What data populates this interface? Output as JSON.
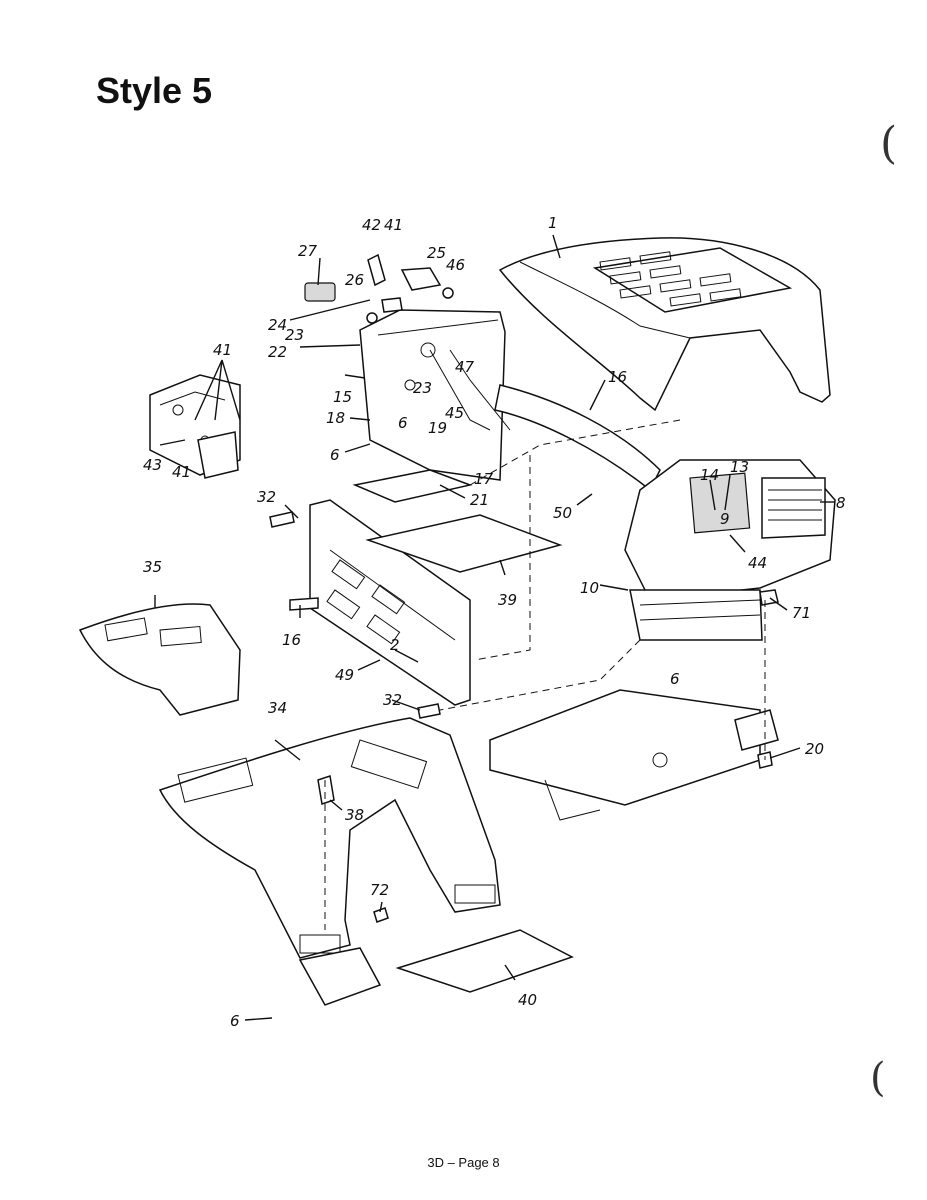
{
  "page": {
    "title": "Style 5",
    "footer": "3D – Page 8",
    "edge_marks": [
      "(",
      "("
    ]
  },
  "callouts": {
    "c1": "1",
    "c2": "2",
    "c6a": "6",
    "c6b": "6",
    "c6c": "6",
    "c6d": "6",
    "c8": "8",
    "c9": "9",
    "c10": "10",
    "c13": "13",
    "c14": "14",
    "c15": "15",
    "c16a": "16",
    "c16b": "16",
    "c17": "17",
    "c18": "18",
    "c19": "19",
    "c20": "20",
    "c21": "21",
    "c22": "22",
    "c23a": "23",
    "c23b": "23",
    "c24": "24",
    "c25": "25",
    "c26": "26",
    "c27": "27",
    "c32a": "32",
    "c32b": "32",
    "c34": "34",
    "c35": "35",
    "c38": "38",
    "c39": "39",
    "c40": "40",
    "c41a": "41",
    "c41b": "41",
    "c41c": "41",
    "c42": "42",
    "c43": "43",
    "c44": "44",
    "c45": "45",
    "c46": "46",
    "c47": "47",
    "c49": "49",
    "c50": "50",
    "c71": "71",
    "c72": "72"
  }
}
